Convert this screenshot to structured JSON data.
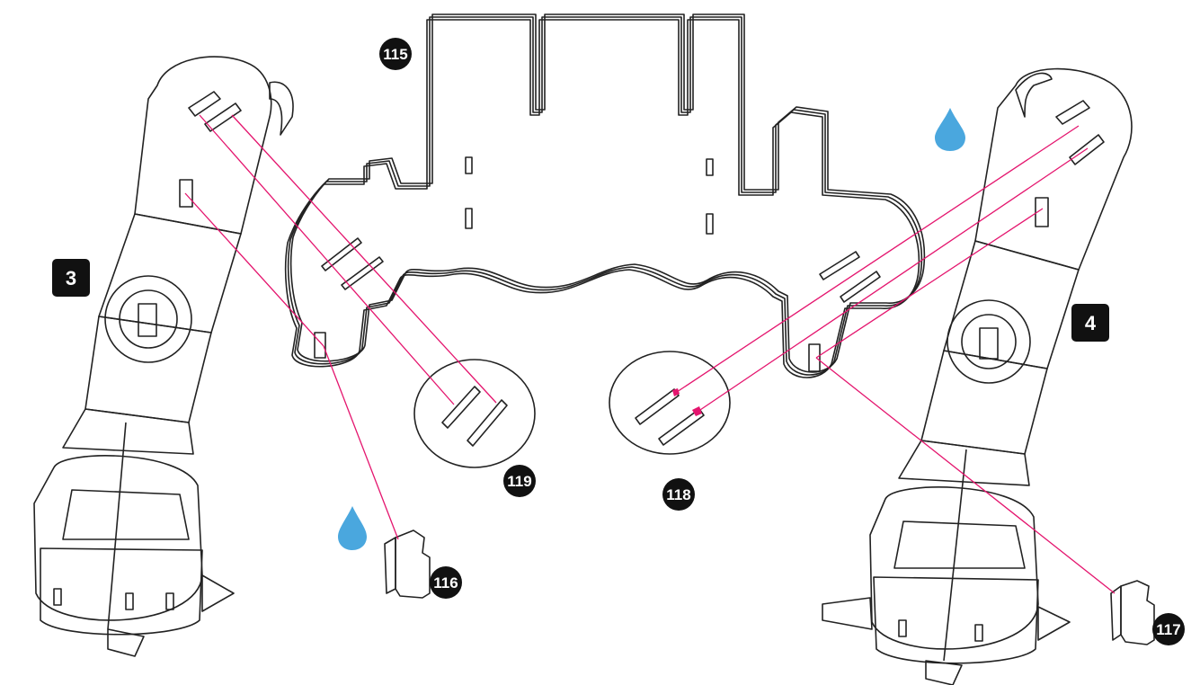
{
  "steps": {
    "left": "3",
    "right": "4"
  },
  "parts": {
    "body": "115",
    "left_foot": "116",
    "right_foot": "117",
    "blue_disc": "118",
    "yellow_disc": "119"
  },
  "colors": {
    "body_fill": "#cfe3b3",
    "yellow_disc": "#f6ec9b",
    "blue_disc": "#bfe0f2",
    "pink_part": "#f2b8d3",
    "connector": "#e4156e",
    "glue_drop": "#4aa7de",
    "badge": "#111111"
  },
  "icons": [
    "glue-drop-icon"
  ]
}
